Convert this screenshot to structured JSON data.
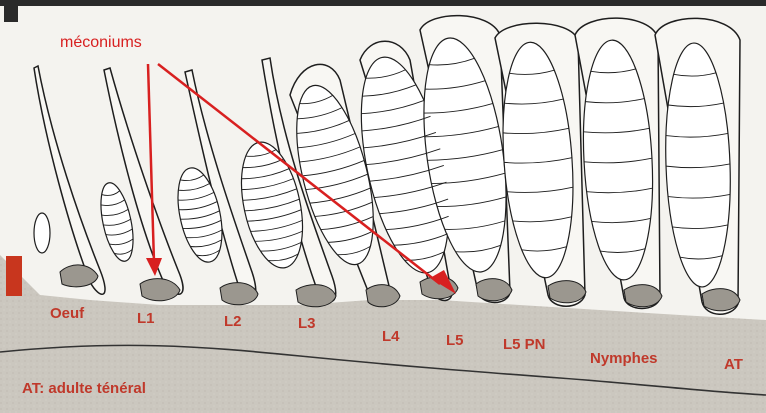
{
  "annotation": {
    "label": "méconiums",
    "color": "#d82020"
  },
  "stages": [
    {
      "id": "oeuf",
      "label": "Oeuf"
    },
    {
      "id": "l1",
      "label": "L1"
    },
    {
      "id": "l2",
      "label": "L2"
    },
    {
      "id": "l3",
      "label": "L3"
    },
    {
      "id": "l4",
      "label": "L4"
    },
    {
      "id": "l5",
      "label": "L5"
    },
    {
      "id": "l5pn",
      "label": "L5 PN"
    },
    {
      "id": "nymphes",
      "label": "Nymphes"
    },
    {
      "id": "at",
      "label": "AT"
    }
  ],
  "legend": "AT: adulte ténéral",
  "colors": {
    "comb": "#c9c5bd",
    "cell_fill": "#f8f7f3",
    "outline": "#1e1e1e",
    "arrow": "#d82020",
    "stage_text": "#c0392b",
    "marker": "#c8361e"
  }
}
